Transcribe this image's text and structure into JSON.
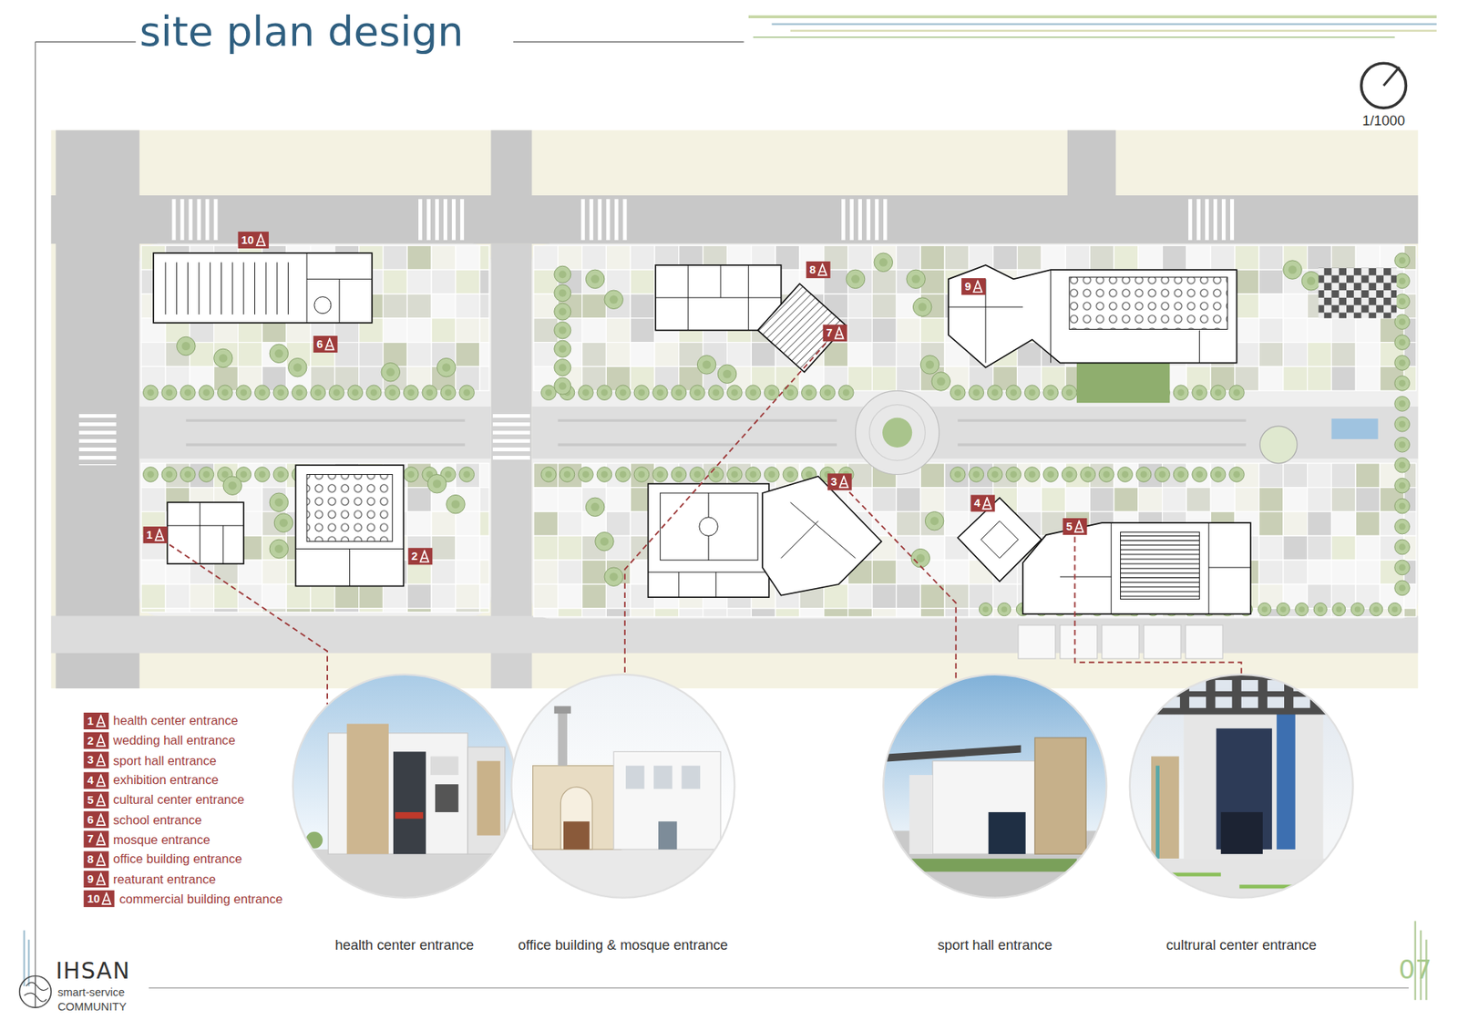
{
  "diagram": {
    "title": "site plan design",
    "nodes": [
      {
        "text": [
          "10"
        ]
      },
      {
        "text": [
          "8"
        ]
      },
      {
        "text": [
          "9"
        ]
      },
      {
        "text": [
          "7"
        ]
      },
      {
        "text": [
          "6"
        ]
      },
      {
        "text": [
          "3"
        ]
      },
      {
        "text": [
          "4"
        ]
      },
      {
        "text": [
          "5"
        ]
      },
      {
        "text": [
          "1"
        ]
      },
      {
        "text": [
          "2"
        ]
      },
      {
        "text": [
          "health center entrance"
        ]
      },
      {
        "text": [
          "office building & mosque entrance"
        ]
      },
      {
        "text": [
          "sport hall entrance"
        ]
      },
      {
        "text": [
          "cultrural center entrance"
        ]
      }
    ],
    "edges": [
      {
        "from": 8,
        "to": 10,
        "arrow": "none"
      },
      {
        "from": 3,
        "to": 11,
        "arrow": "none"
      },
      {
        "from": 5,
        "to": 12,
        "arrow": "none"
      },
      {
        "from": 7,
        "to": 13,
        "arrow": "none"
      }
    ],
    "labels": [
      "1/1000",
      "1",
      "2",
      "3",
      "4",
      "5",
      "6",
      "7",
      "8",
      "9",
      "10",
      "IHSAN",
      "smart-service",
      "COMMUNITY",
      "07"
    ],
    "legend": [
      {
        "text": "health center entrance"
      },
      {
        "text": "wedding hall entrance"
      },
      {
        "text": "sport hall entrance"
      },
      {
        "text": "exhibition entrance"
      },
      {
        "text": "cultural center entrance"
      },
      {
        "text": "school entrance"
      },
      {
        "text": "mosque entrance"
      },
      {
        "text": "office building entrance"
      },
      {
        "text": "reaturant entrance"
      },
      {
        "text": "commercial building entrance"
      }
    ]
  }
}
